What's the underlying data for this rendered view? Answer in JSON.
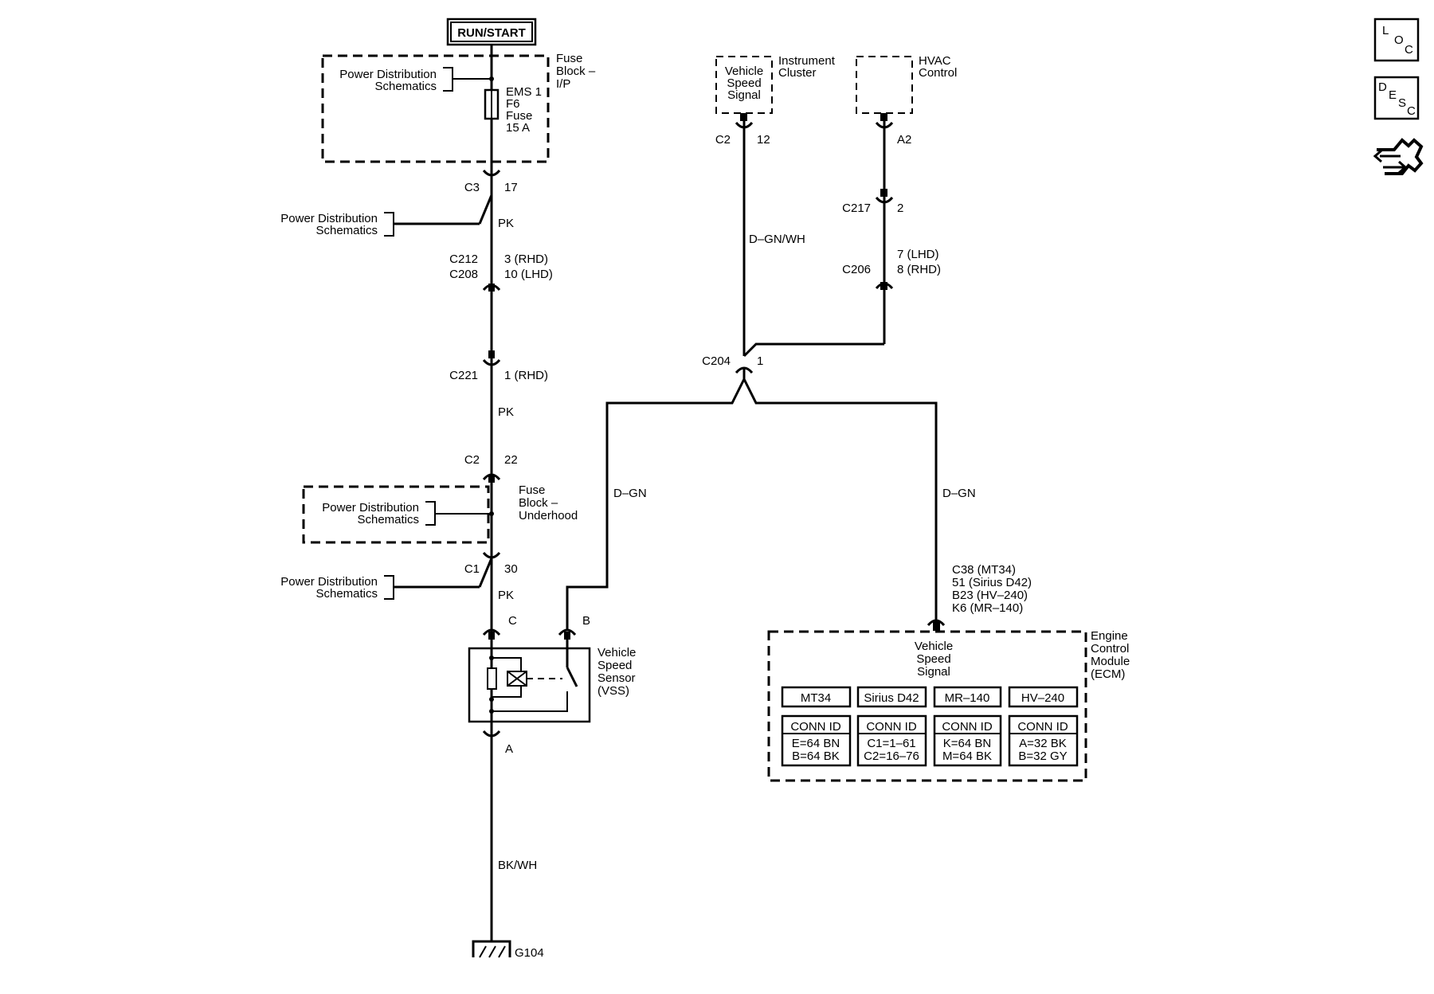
{
  "power": {
    "run_start": "RUN/START"
  },
  "fuse_block_ip": {
    "title": [
      "Fuse",
      "Block –",
      "I/P"
    ],
    "pd_ref": [
      "Power Distribution",
      "Schematics"
    ],
    "fuse": [
      "EMS 1",
      "F6",
      "Fuse",
      "15 A"
    ]
  },
  "pd_refs": {
    "upper": [
      "Power Distribution",
      "Schematics"
    ],
    "lower": [
      "Power Distribution",
      "Schematics"
    ]
  },
  "fuse_block_underhood": {
    "title": [
      "Fuse",
      "Block –",
      "Underhood"
    ],
    "pd_ref": [
      "Power Distribution",
      "Schematics"
    ]
  },
  "connectors": {
    "c3": "C3",
    "c3_pin": "17",
    "c212": "C212",
    "c212_pin": "3 (RHD)",
    "c208": "C208",
    "c208_pin": "10 (LHD)",
    "c221": "C221",
    "c221_pin": "1 (RHD)",
    "c2_left": "C2",
    "c2_left_pin": "22",
    "c1": "C1",
    "c1_pin": "30",
    "vss_c": "C",
    "vss_b": "B",
    "vss_a": "A",
    "c2_ic": "C2",
    "c2_ic_pin": "12",
    "a2": "A2",
    "c217": "C217",
    "c217_pin": "2",
    "c206": "C206",
    "c206_pin_lhd": "7 (LHD)",
    "c206_pin_rhd": "8 (RHD)",
    "c204": "C204",
    "c204_pin": "1",
    "ecm_pins": [
      "C38 (MT34)",
      "51 (Sirius D42)",
      "B23 (HV–240)",
      "K6 (MR–140)"
    ]
  },
  "wires": {
    "pk1": "PK",
    "pk2": "PK",
    "pk3": "PK",
    "dgnwh": "D–GN/WH",
    "dgn_left": "D–GN",
    "dgn_right": "D–GN",
    "bkwh": "BK/WH"
  },
  "vss": {
    "label": [
      "Vehicle",
      "Speed",
      "Sensor",
      "(VSS)"
    ]
  },
  "instrument_cluster": {
    "title": [
      "Instrument",
      "Cluster"
    ],
    "signal": [
      "Vehicle",
      "Speed",
      "Signal"
    ]
  },
  "hvac": {
    "title": [
      "HVAC",
      "Control"
    ]
  },
  "ecm": {
    "title": [
      "Engine",
      "Control",
      "Module",
      "(ECM)"
    ],
    "signal": [
      "Vehicle",
      "Speed",
      "Signal"
    ],
    "variants": [
      {
        "name": "MT34",
        "conn_id": "CONN ID",
        "lines": [
          "E=64 BN",
          "B=64 BK"
        ]
      },
      {
        "name": "Sirius D42",
        "conn_id": "CONN ID",
        "lines": [
          "C1=1–61",
          "C2=16–76"
        ]
      },
      {
        "name": "MR–140",
        "conn_id": "CONN ID",
        "lines": [
          "K=64 BN",
          "M=64 BK"
        ]
      },
      {
        "name": "HV–240",
        "conn_id": "CONN ID",
        "lines": [
          "A=32 BK",
          "B=32 GY"
        ]
      }
    ]
  },
  "ground": {
    "label": "G104"
  },
  "side_icons": {
    "loc": [
      "L",
      "O",
      "C"
    ],
    "desc": [
      "D",
      "E",
      "S",
      "C"
    ],
    "icon_names": [
      "loc-icon",
      "desc-icon",
      "connector-view-icon"
    ]
  }
}
